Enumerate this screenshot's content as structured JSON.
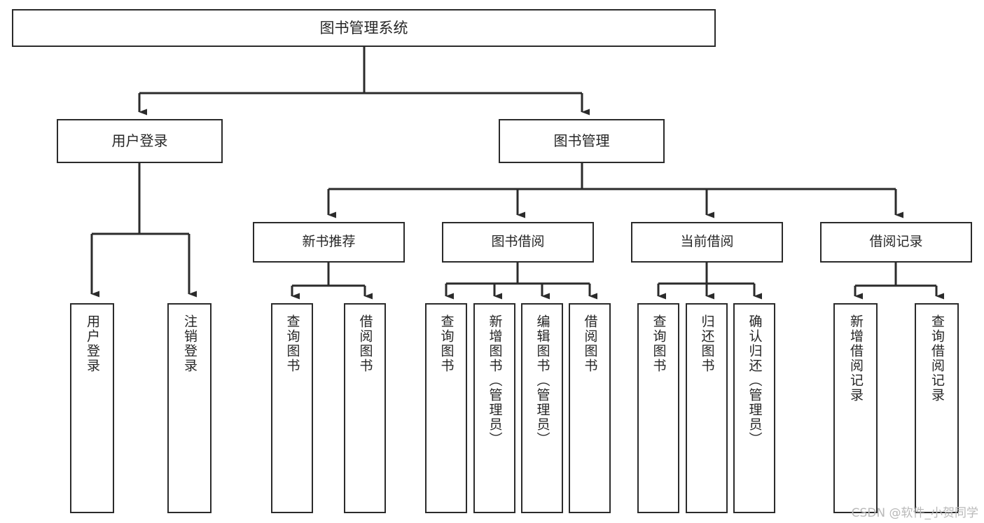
{
  "diagram": {
    "title": "图书管理系统",
    "type": "tree-hierarchy-chart",
    "watermark": "CSDN @软件_小贺同学",
    "colors": {
      "background": "#ffffff",
      "box_border": "#2b2b2b",
      "box_fill": "#ffffff",
      "text": "#262626",
      "connector": "#2b2b2b",
      "watermark": "#b9b9b9"
    },
    "root": {
      "label": "图书管理系统"
    },
    "level1": [
      {
        "label": "用户登录"
      },
      {
        "label": "图书管理"
      }
    ],
    "level2": [
      {
        "label": "新书推荐"
      },
      {
        "label": "图书借阅"
      },
      {
        "label": "当前借阅"
      },
      {
        "label": "借阅记录"
      }
    ],
    "leaves": {
      "user_login": [
        {
          "label": "用户登录"
        },
        {
          "label": "注销登录"
        }
      ],
      "new_book_recommend": [
        {
          "label": "查询图书"
        },
        {
          "label": "借阅图书"
        }
      ],
      "book_borrow": [
        {
          "label": "查询图书"
        },
        {
          "label": "新增图书（管理员）"
        },
        {
          "label": "编辑图书（管理员）"
        },
        {
          "label": "借阅图书"
        }
      ],
      "current_borrow": [
        {
          "label": "查询图书"
        },
        {
          "label": "归还图书"
        },
        {
          "label": "确认归还（管理员）"
        }
      ],
      "borrow_record": [
        {
          "label": "新增借阅记录"
        },
        {
          "label": "查询借阅记录"
        }
      ]
    }
  }
}
